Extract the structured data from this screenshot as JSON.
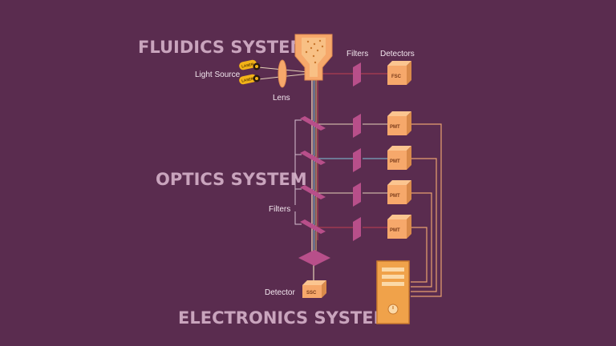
{
  "titles": {
    "fluidics": "FLUIDICS SYSTEM",
    "optics": "OPTICS SYSTEM",
    "electronics": "ELECTRONICS SYSTEM"
  },
  "labels": {
    "light_source": "Light Source",
    "lens": "Lens",
    "filters_top": "Filters",
    "detectors_top": "Detectors",
    "filters_side": "Filters",
    "detector_bottom": "Detector"
  },
  "components": {
    "laser_1": "LASER",
    "laser_2": "LASER",
    "fsc": "FSC",
    "ssc": "SSC",
    "pmt_1": "PMT",
    "pmt_2": "PMT",
    "pmt_3": "PMT",
    "pmt_4": "PMT"
  },
  "colors": {
    "background": "#5a2c4f",
    "title_text": "#c9a4bd",
    "filter": "#b84f8a",
    "detector_box": "#f6a86b",
    "laser": "#f3b318",
    "wire": "#e8a070",
    "computer": "#f0a24a"
  }
}
